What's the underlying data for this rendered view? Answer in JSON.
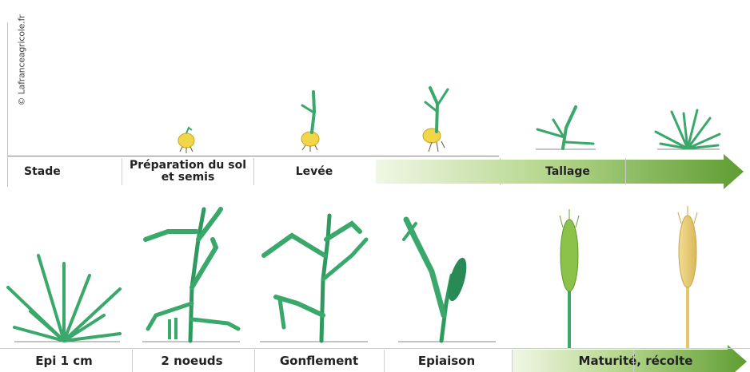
{
  "watermark": "© Lafranceagricole.fr",
  "row1": {
    "stade": "Stade",
    "preparation": "Préparation du sol et semis",
    "levee": "Levée",
    "tallage": "Tallage"
  },
  "row2": {
    "epi": "Epi 1 cm",
    "noeuds": "2 noeuds",
    "gonflement": "Gonflement",
    "epiaison": "Epiaison",
    "maturite": "Maturité, récolte"
  },
  "colors": {
    "arrow_light": "#e8f2d6",
    "arrow_dark": "#6aa33a",
    "plant": "#3aa86a",
    "plant_dark": "#2a8a55",
    "seed": "#f0d040",
    "ripe": "#e8cf7a"
  }
}
